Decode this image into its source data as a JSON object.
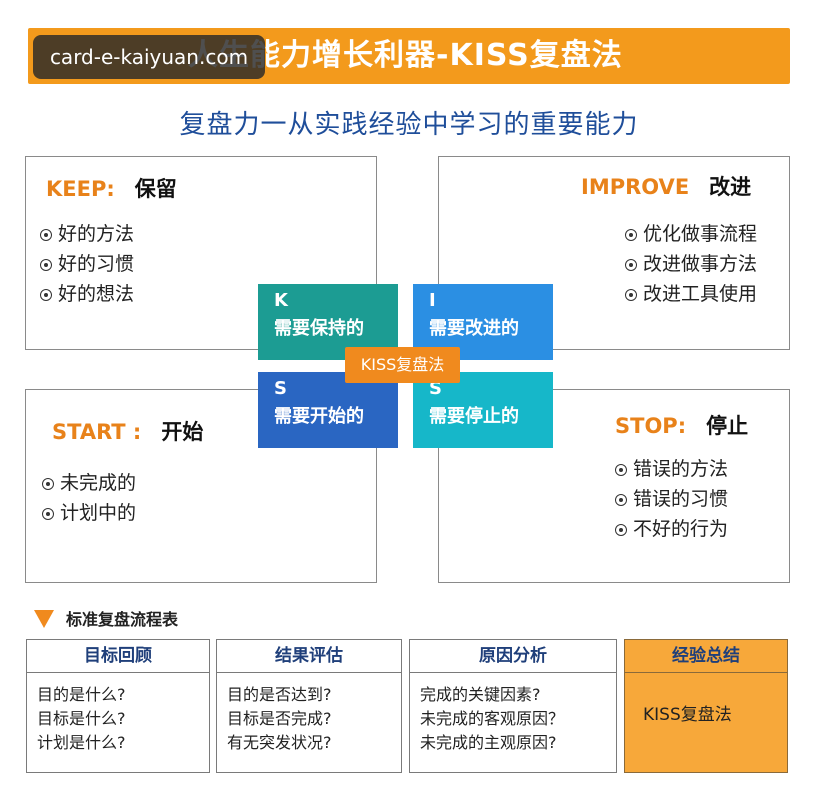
{
  "banner": {
    "title": "人生能力增长利器-KISS复盘法"
  },
  "watermark": {
    "text": "card-e-kaiyuan.com"
  },
  "subtitle": "复盘力一从实践经验中学习的重要能力",
  "keep": {
    "en": "KEEP:",
    "cn": "保留",
    "items": [
      "好的方法",
      "好的习惯",
      "好的想法"
    ]
  },
  "improve": {
    "en": "IMPROVE",
    "cn": "改进",
    "items": [
      "优化做事流程",
      "改进做事方法",
      "改进工具使用"
    ]
  },
  "start": {
    "en": "START :",
    "cn": "开始",
    "items": [
      "未完成的",
      "计划中的"
    ]
  },
  "stop": {
    "en": "STOP:",
    "cn": "停止",
    "items": [
      "错误的方法",
      "错误的习惯",
      "不好的行为"
    ]
  },
  "tiles": {
    "k": {
      "letter": "K",
      "text": "需要保持的"
    },
    "i": {
      "letter": "I",
      "text": "需要改进的"
    },
    "s1": {
      "letter": "S",
      "text": "需要开始的"
    },
    "s2": {
      "letter": "S",
      "text": "需要停止的"
    }
  },
  "center": "KISS复盘法",
  "flow": {
    "label": "标准复盘流程表",
    "boxes": [
      {
        "title": "目标回顾",
        "lines": [
          "目的是什么?",
          "目标是什么?",
          "计划是什么?"
        ]
      },
      {
        "title": "结果评估",
        "lines": [
          "目的是否达到?",
          "目标是否完成?",
          "有无突发状况?"
        ]
      },
      {
        "title": "原因分析",
        "lines": [
          "完成的关键因素?",
          "未完成的客观原因？",
          "未完成的主观原因?"
        ]
      },
      {
        "title": "经验总结",
        "lines": [
          "KISS复盘法"
        ]
      }
    ]
  },
  "colors": {
    "orange": "#f39a1c",
    "teal": "#1c9c93",
    "blue": "#2b8fe3",
    "darkblue": "#2a66c2",
    "cyan": "#16b7c9",
    "title_blue": "#1f4e9a"
  }
}
